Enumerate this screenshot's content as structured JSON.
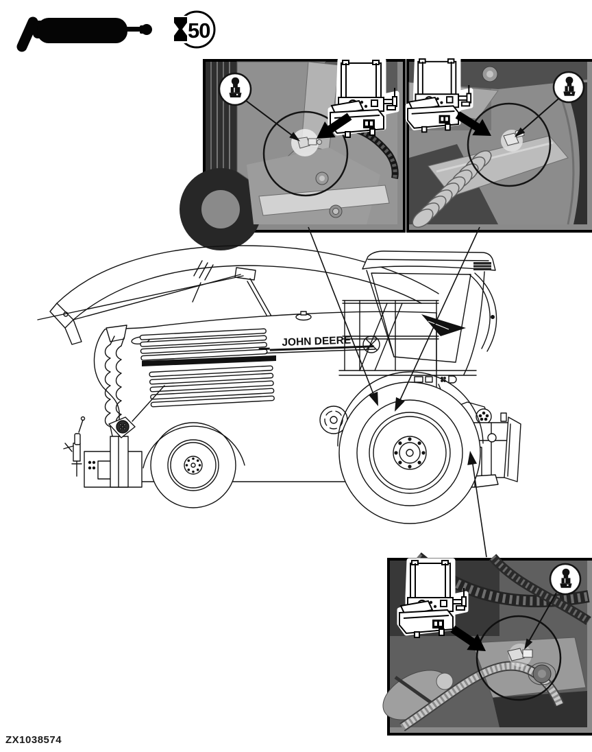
{
  "page": {
    "background": "#ffffff",
    "code": "ZX1038574"
  },
  "symbols": {
    "grease_gun_icon": "grease-gun",
    "interval": {
      "value": "50",
      "icon": "hourglass"
    }
  },
  "machine": {
    "brand_decal": "JOHN DEERE",
    "drawing": "self-propelled-forage-harvester-side-view"
  },
  "insets": [
    {
      "name": "front-axle-left-grease-point",
      "icons": [
        "grease-fitting",
        "auto-lube-reservoir"
      ]
    },
    {
      "name": "front-axle-right-grease-point",
      "icons": [
        "grease-fitting",
        "auto-lube-reservoir"
      ]
    },
    {
      "name": "header-drive-grease-point",
      "icons": [
        "grease-fitting",
        "auto-lube-reservoir"
      ]
    }
  ],
  "colors": {
    "line": "#111111",
    "photo_mid": "#8f8f8f",
    "photo_dark": "#3a3a3a",
    "photo_light": "#cfcfcf",
    "accent": "#000000"
  }
}
